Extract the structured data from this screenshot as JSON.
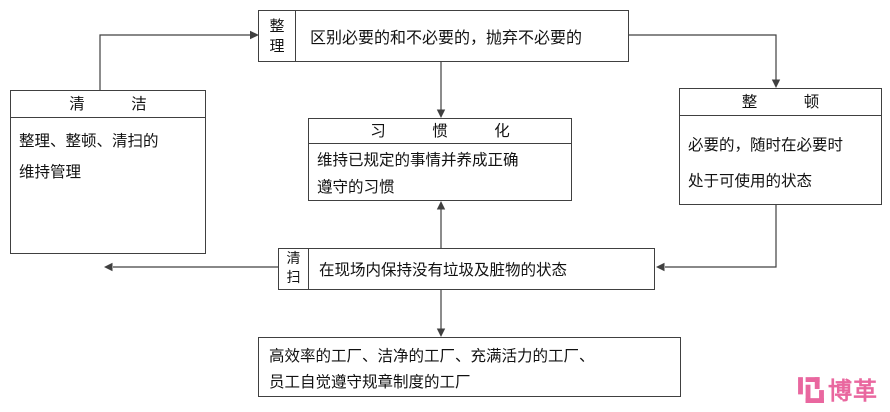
{
  "boxes": {
    "seiri": {
      "label": "整理",
      "text": "区别必要的和不必要的，抛弃不必要的"
    },
    "seiketsu": {
      "title": "清　　　洁",
      "body_line1": "整理、整顿、清扫的",
      "body_line2": "维持管理"
    },
    "seiton": {
      "title": "整　　　顿",
      "body_line1": "必要的，随时在必要时",
      "body_line2": "处于可使用的状态"
    },
    "habit": {
      "title": "习　　　惯　　　化",
      "body_line1": "维持已规定的事情并养成正确",
      "body_line2": "遵守的习惯"
    },
    "seiso": {
      "label": "清扫",
      "text": "在现场内保持没有垃圾及脏物的状态"
    },
    "result": {
      "line1": "高效率的工厂、洁净的工厂、充满活力的工厂、",
      "line2": "员工自觉遵守规章制度的工厂"
    }
  },
  "logo": {
    "text": "博革",
    "color": "#e9679f"
  },
  "colors": {
    "line": "#404040",
    "background": "#ffffff",
    "text": "#111111"
  }
}
